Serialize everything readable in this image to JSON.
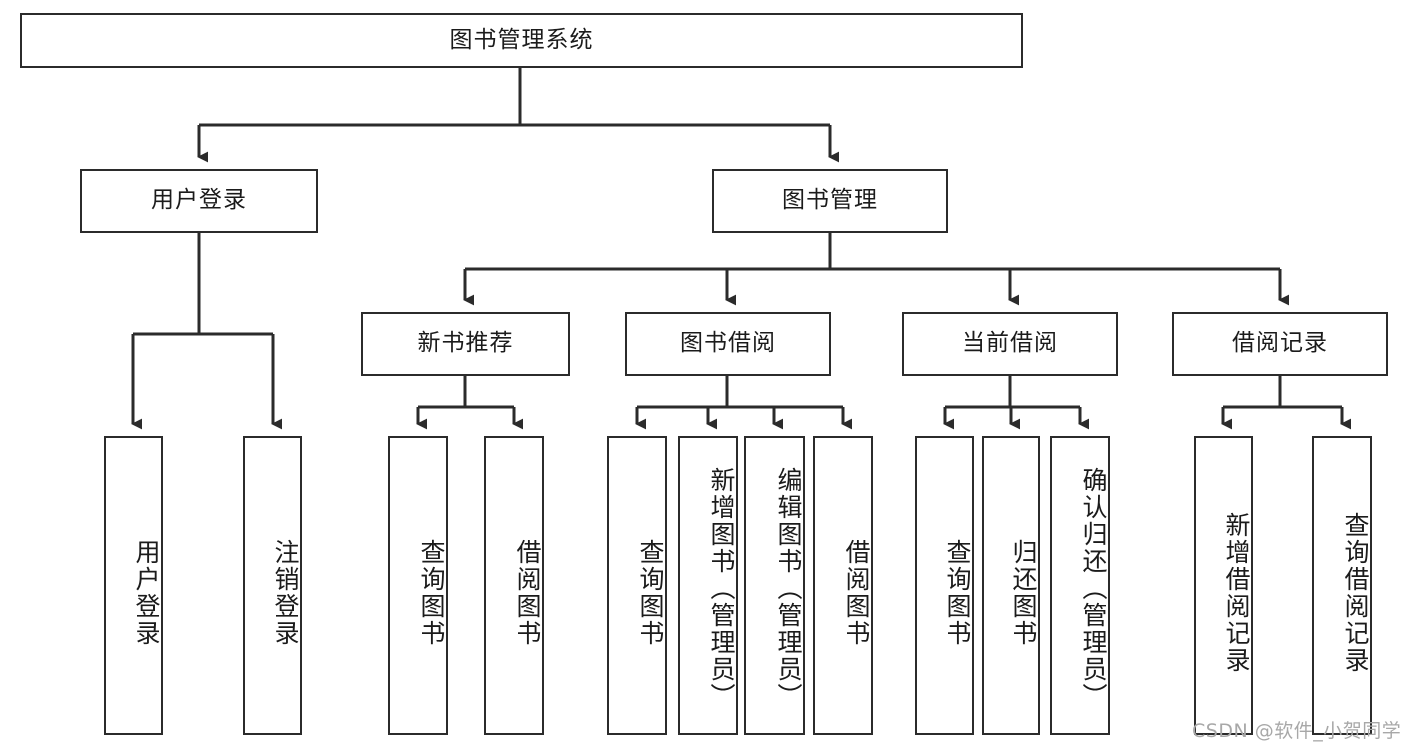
{
  "diagram": {
    "type": "org-chart",
    "title": "图书管理系统",
    "colors": {
      "stroke": "#2b2b2b",
      "box_fill": "#ffffff",
      "text": "#1b1b1b",
      "background": "#ffffff",
      "watermark": "#a8a8a8"
    },
    "root": {
      "label": "图书管理系统"
    },
    "level2": [
      {
        "label": "用户登录"
      },
      {
        "label": "图书管理"
      }
    ],
    "level3": [
      {
        "label": "新书推荐"
      },
      {
        "label": "图书借阅"
      },
      {
        "label": "当前借阅"
      },
      {
        "label": "借阅记录"
      }
    ],
    "leaves": {
      "user_login": [
        {
          "label": "用户登录"
        },
        {
          "label": "注销登录"
        }
      ],
      "new_book_recommend": [
        {
          "label": "查询图书"
        },
        {
          "label": "借阅图书"
        }
      ],
      "book_borrow": [
        {
          "label": "查询图书"
        },
        {
          "label": "新增图书（管理员）"
        },
        {
          "label": "编辑图书（管理员）"
        },
        {
          "label": "借阅图书"
        }
      ],
      "current_borrow": [
        {
          "label": "查询图书"
        },
        {
          "label": "归还图书"
        },
        {
          "label": "确认归还（管理员）"
        }
      ],
      "borrow_record": [
        {
          "label": "新增借阅记录"
        },
        {
          "label": "查询借阅记录"
        }
      ]
    },
    "watermark": "CSDN @软件_小贺同学"
  }
}
